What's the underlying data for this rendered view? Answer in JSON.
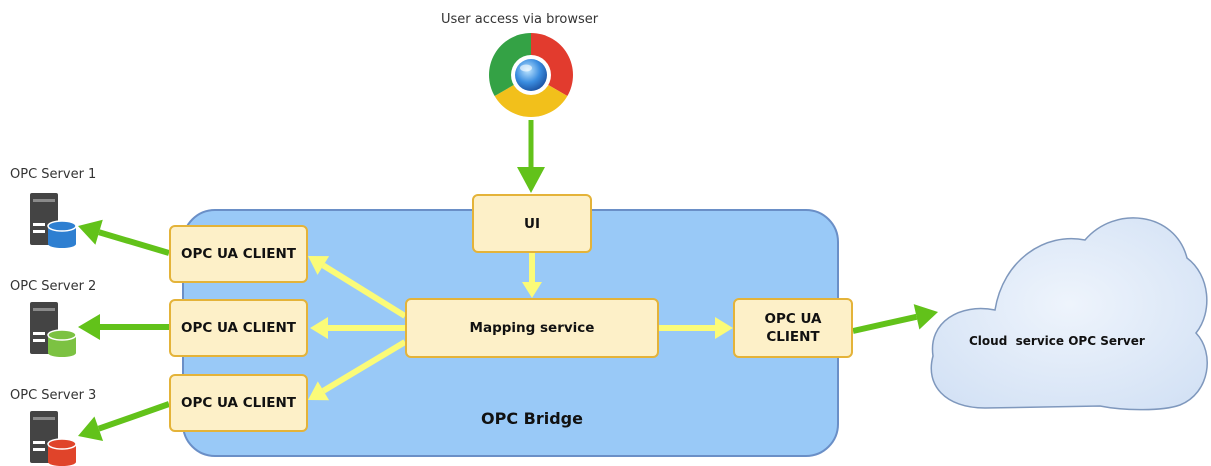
{
  "browser": {
    "caption": "User access via browser",
    "icon": "chrome-browser-icon"
  },
  "bridge": {
    "label": "OPC Bridge",
    "fill": "#99c9f7",
    "stroke": "#6a8fc7"
  },
  "components": {
    "ui": "UI",
    "mapping": "Mapping service",
    "client_1": "OPC UA CLIENT",
    "client_2": "OPC UA CLIENT",
    "client_3": "OPC UA CLIENT",
    "client_cloud": "OPC UA\nCLIENT",
    "box_fill": "#fdf0c8",
    "box_stroke": "#e4b339"
  },
  "servers": [
    {
      "label": "OPC Server 1",
      "icon": "server-database-icon",
      "db_color": "#2e7fd1"
    },
    {
      "label": "OPC Server 2",
      "icon": "server-database-icon",
      "db_color": "#7cc242"
    },
    {
      "label": "OPC Server 3",
      "icon": "server-database-icon",
      "db_color": "#e0442a"
    }
  ],
  "cloud": {
    "label": "Cloud  service OPC Server",
    "fill": "#dce8f7",
    "stroke": "#7f98bd"
  },
  "arrows": {
    "external_color": "#62c21a",
    "internal_color": "#fbfb78"
  }
}
